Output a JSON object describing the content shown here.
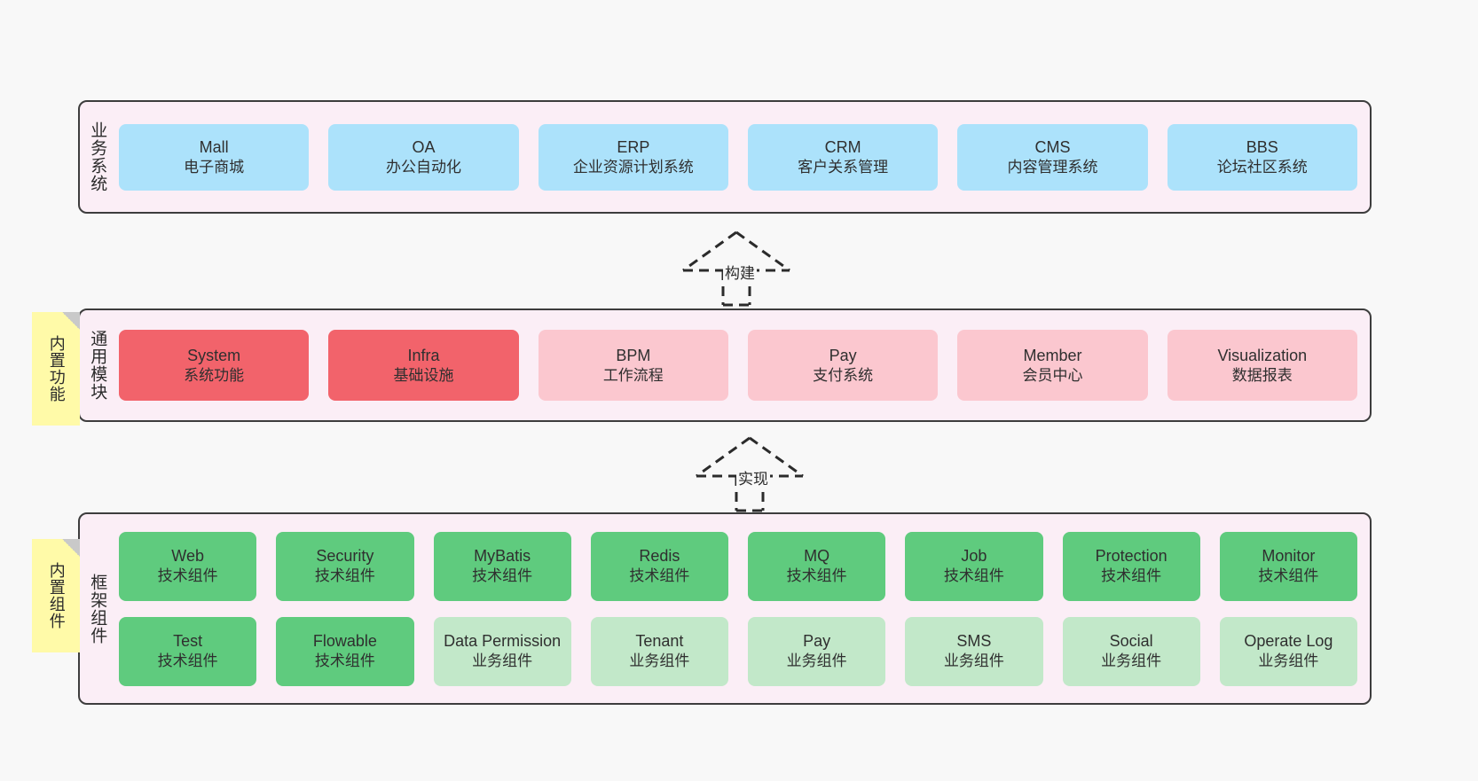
{
  "canvas": {
    "background": "#f8f8f8",
    "container_fill": "#fbeef6",
    "container_border": "#3d3d3d",
    "note_fill": "#fffaa8",
    "note_fold": "#c9c9c9"
  },
  "layers": [
    {
      "id": "business",
      "title": "业务系统",
      "note": null,
      "rows": [
        {
          "cells": [
            {
              "en": "Mall",
              "cn": "电子商城",
              "color": "#ace2fb"
            },
            {
              "en": "OA",
              "cn": "办公自动化",
              "color": "#ace2fb"
            },
            {
              "en": "ERP",
              "cn": "企业资源计划系统",
              "color": "#ace2fb"
            },
            {
              "en": "CRM",
              "cn": "客户关系管理",
              "color": "#ace2fb"
            },
            {
              "en": "CMS",
              "cn": "内容管理系统",
              "color": "#ace2fb"
            },
            {
              "en": "BBS",
              "cn": "论坛社区系统",
              "color": "#ace2fb"
            }
          ]
        }
      ]
    },
    {
      "id": "modules",
      "title": "通用模块",
      "note": "内置功能",
      "rows": [
        {
          "cells": [
            {
              "en": "System",
              "cn": "系统功能",
              "color": "#f2636b"
            },
            {
              "en": "Infra",
              "cn": "基础设施",
              "color": "#f2636b"
            },
            {
              "en": "BPM",
              "cn": "工作流程",
              "color": "#fbc7cf"
            },
            {
              "en": "Pay",
              "cn": "支付系统",
              "color": "#fbc7cf"
            },
            {
              "en": "Member",
              "cn": "会员中心",
              "color": "#fbc7cf"
            },
            {
              "en": "Visualization",
              "cn": "数据报表",
              "color": "#fbc7cf"
            }
          ]
        }
      ]
    },
    {
      "id": "framework",
      "title": "框架组件",
      "note": "内置组件",
      "rows": [
        {
          "cells": [
            {
              "en": "Web",
              "cn": "技术组件",
              "color": "#5fcb7e"
            },
            {
              "en": "Security",
              "cn": "技术组件",
              "color": "#5fcb7e"
            },
            {
              "en": "MyBatis",
              "cn": "技术组件",
              "color": "#5fcb7e"
            },
            {
              "en": "Redis",
              "cn": "技术组件",
              "color": "#5fcb7e"
            },
            {
              "en": "MQ",
              "cn": "技术组件",
              "color": "#5fcb7e"
            },
            {
              "en": "Job",
              "cn": "技术组件",
              "color": "#5fcb7e"
            },
            {
              "en": "Protection",
              "cn": "技术组件",
              "color": "#5fcb7e"
            },
            {
              "en": "Monitor",
              "cn": "技术组件",
              "color": "#5fcb7e"
            }
          ]
        },
        {
          "cells": [
            {
              "en": "Test",
              "cn": "技术组件",
              "color": "#5fcb7e"
            },
            {
              "en": "Flowable",
              "cn": "技术组件",
              "color": "#5fcb7e"
            },
            {
              "en": "Data Permission",
              "cn": "业务组件",
              "color": "#c2e8c9"
            },
            {
              "en": "Tenant",
              "cn": "业务组件",
              "color": "#c2e8c9"
            },
            {
              "en": "Pay",
              "cn": "业务组件",
              "color": "#c2e8c9"
            },
            {
              "en": "SMS",
              "cn": "业务组件",
              "color": "#c2e8c9"
            },
            {
              "en": "Social",
              "cn": "业务组件",
              "color": "#c2e8c9"
            },
            {
              "en": "Operate Log",
              "cn": "业务组件",
              "color": "#c2e8c9"
            }
          ]
        }
      ]
    }
  ],
  "arrows": [
    {
      "id": "build",
      "label": "构建",
      "style": "dashed-hollow-triangle",
      "direction": "up"
    },
    {
      "id": "impl",
      "label": "实现",
      "style": "dashed-hollow-triangle",
      "direction": "up"
    }
  ]
}
